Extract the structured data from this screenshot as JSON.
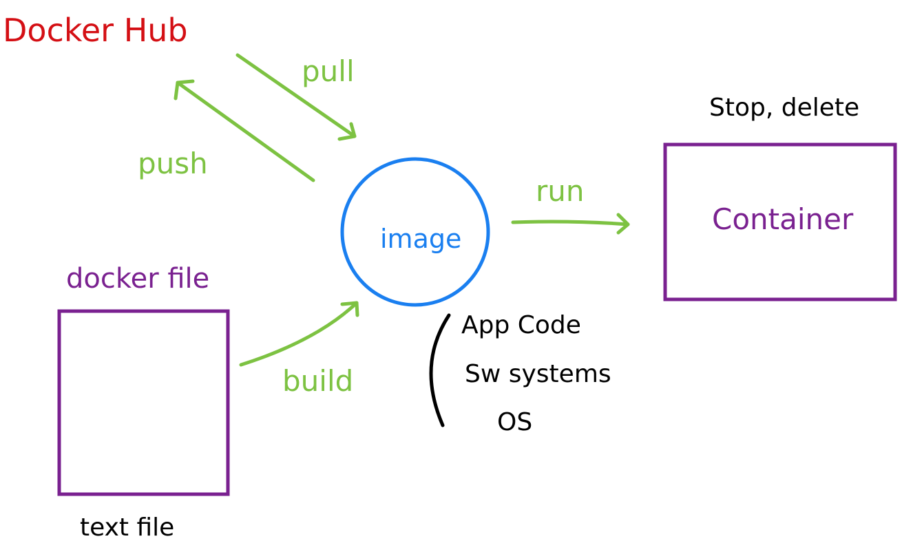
{
  "nodes": {
    "docker_hub": {
      "label": "Docker Hub"
    },
    "image": {
      "label": "image"
    },
    "container": {
      "label": "Container",
      "actions": "Stop, delete"
    },
    "docker_file": {
      "label": "docker file",
      "caption": "text file"
    }
  },
  "edges": {
    "pull": "pull",
    "push": "push",
    "run": "run",
    "build": "build"
  },
  "image_layers": [
    "App Code",
    "Sw systems",
    "OS"
  ],
  "colors": {
    "hub": "#d40f14",
    "arrows": "#7dc242",
    "image": "#1a7ff0",
    "boxes": "#7a2190",
    "text": "#000000"
  }
}
